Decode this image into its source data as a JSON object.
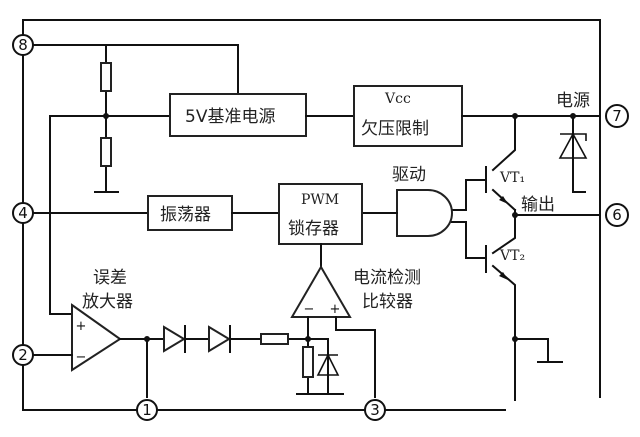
{
  "diagram": {
    "title": "",
    "pins": [
      {
        "id": "pin-8",
        "label": "8"
      },
      {
        "id": "pin-4",
        "label": "4"
      },
      {
        "id": "pin-2",
        "label": "2"
      },
      {
        "id": "pin-1",
        "label": "1"
      },
      {
        "id": "pin-3",
        "label": "3"
      },
      {
        "id": "pin-7",
        "label": "7"
      },
      {
        "id": "pin-6",
        "label": "6"
      }
    ],
    "blocks": {
      "reference": "5V基准电源",
      "uvlo_top": "Vcc",
      "uvlo_bottom": "欠压限制",
      "oscillator": "振荡器",
      "pwm_top": "PWM",
      "pwm_bottom": "锁存器"
    },
    "labels": {
      "driver": "驱动",
      "power": "电源",
      "output": "输出",
      "vt1": "VT₁",
      "vt2": "VT₂",
      "error_amp_line1": "误差",
      "error_amp_line2": "放大器",
      "current_comp_line1": "电流检测",
      "current_comp_line2": "比较器",
      "plus": "+",
      "minus": "−"
    }
  }
}
